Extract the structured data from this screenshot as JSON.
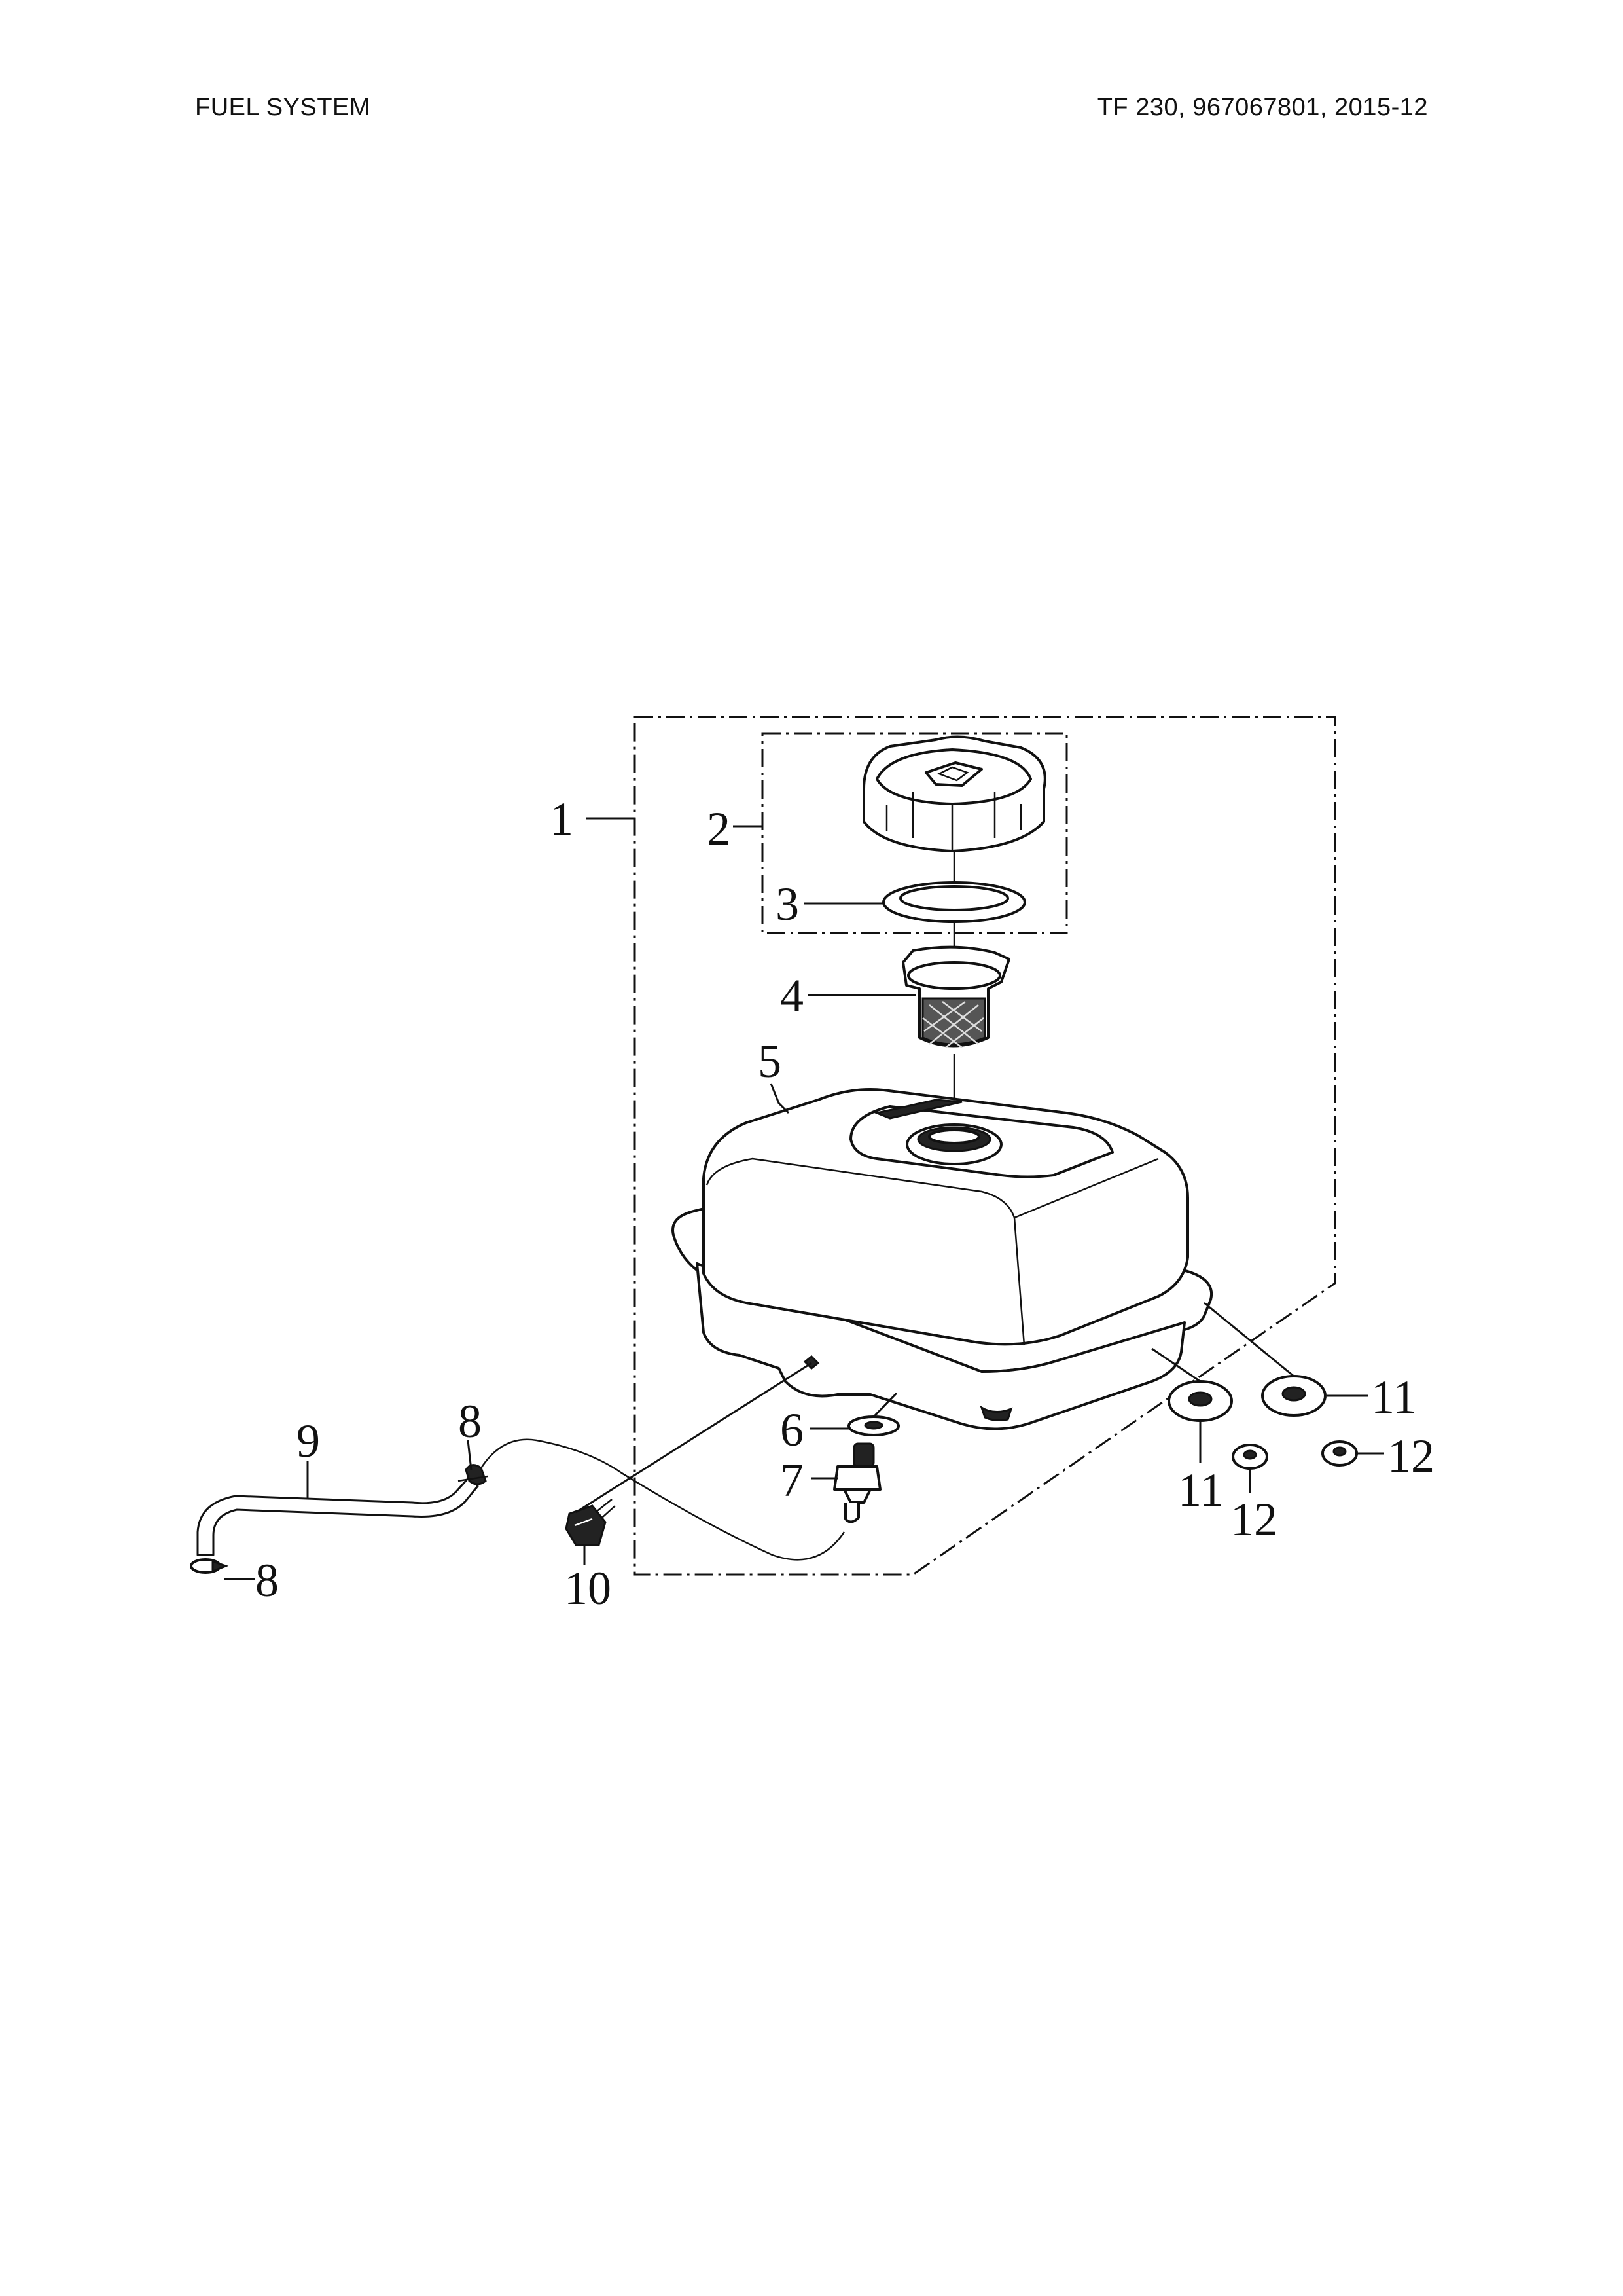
{
  "header": {
    "section_title": "FUEL SYSTEM",
    "model_info": "TF 230, 967067801, 2015-12"
  },
  "callouts": {
    "c1": "1",
    "c2": "2",
    "c3": "3",
    "c4": "4",
    "c5": "5",
    "c6": "6",
    "c7": "7",
    "c8a": "8",
    "c8b": "8",
    "c9": "9",
    "c10": "10",
    "c11a": "11",
    "c11b": "11",
    "c12a": "12",
    "c12b": "12"
  }
}
